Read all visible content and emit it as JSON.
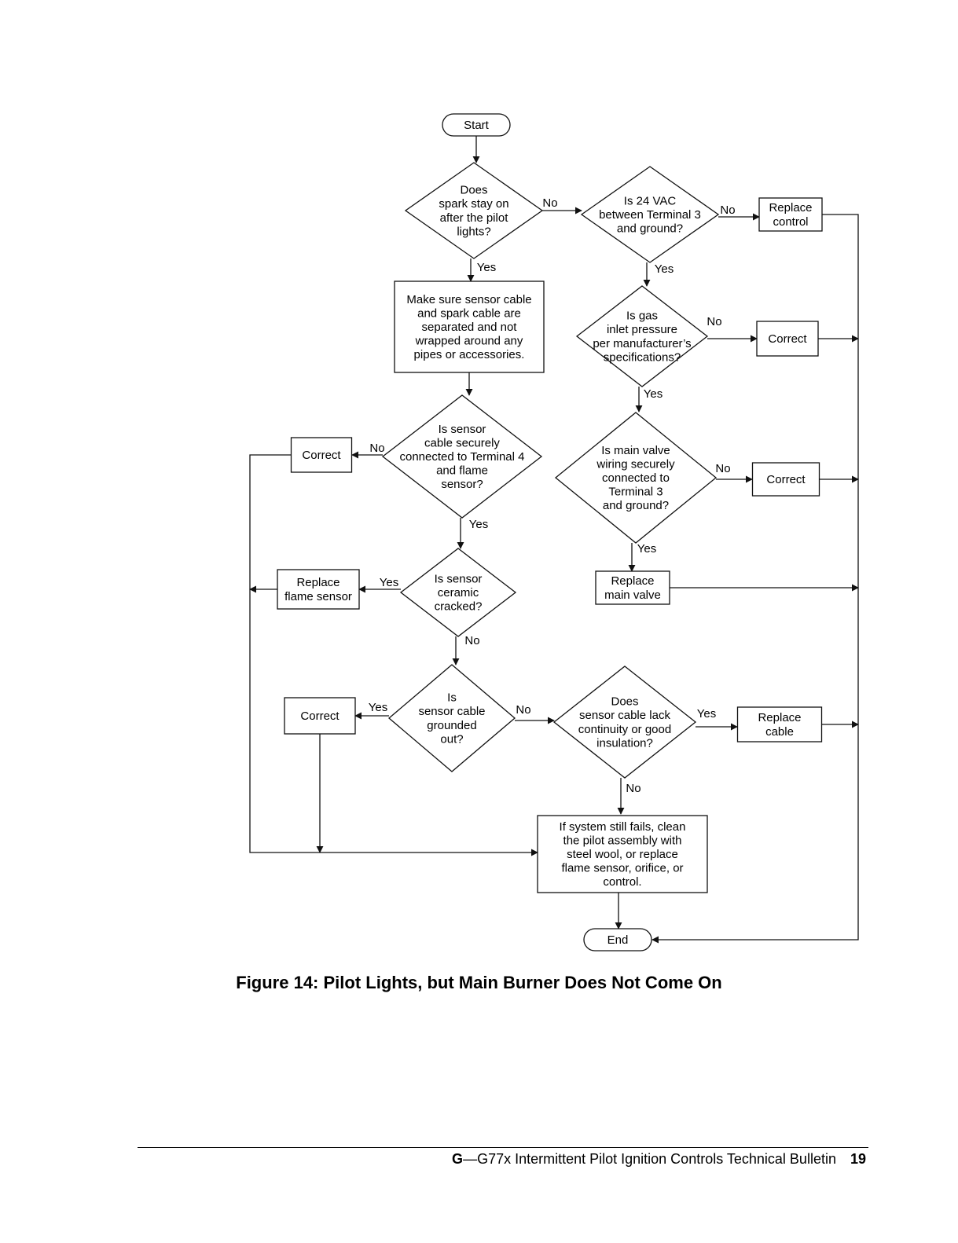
{
  "nodes": [
    {
      "id": "start",
      "shape": "terminal",
      "lines": [
        "Start"
      ]
    },
    {
      "id": "d1",
      "shape": "decision",
      "lines": [
        "Does",
        "spark stay on",
        "after the pilot",
        "lights?"
      ]
    },
    {
      "id": "d2",
      "shape": "decision",
      "lines": [
        "Is 24 VAC",
        "between Terminal 3",
        "and ground?"
      ]
    },
    {
      "id": "replace-control",
      "shape": "process",
      "lines": [
        "Replace",
        "control"
      ]
    },
    {
      "id": "make-sure",
      "shape": "process",
      "lines": [
        "Make sure sensor cable",
        "and spark cable are",
        "separated and not",
        "wrapped around any",
        "pipes or accessories."
      ]
    },
    {
      "id": "d3",
      "shape": "decision",
      "lines": [
        "Is gas",
        "inlet pressure",
        "per manufacturer’s",
        "specifications?"
      ]
    },
    {
      "id": "correct-gas",
      "shape": "process",
      "lines": [
        "Correct"
      ]
    },
    {
      "id": "d4",
      "shape": "decision",
      "lines": [
        "Is sensor",
        "cable securely",
        "connected to Terminal 4",
        "and flame",
        "sensor?"
      ]
    },
    {
      "id": "correct-cable",
      "shape": "process",
      "lines": [
        "Correct"
      ]
    },
    {
      "id": "d5",
      "shape": "decision",
      "lines": [
        "Is main valve",
        "wiring securely",
        "connected to",
        "Terminal 3",
        "and ground?"
      ]
    },
    {
      "id": "correct-valve",
      "shape": "process",
      "lines": [
        "Correct"
      ]
    },
    {
      "id": "d6",
      "shape": "decision",
      "lines": [
        "Is sensor",
        "ceramic",
        "cracked?"
      ]
    },
    {
      "id": "replace-flame-sensor",
      "shape": "process",
      "lines": [
        "Replace",
        "flame sensor"
      ]
    },
    {
      "id": "replace-main-valve",
      "shape": "process",
      "lines": [
        "Replace",
        "main valve"
      ]
    },
    {
      "id": "d7",
      "shape": "decision",
      "lines": [
        "Is",
        "sensor cable",
        "grounded",
        "out?"
      ]
    },
    {
      "id": "correct-ground",
      "shape": "process",
      "lines": [
        "Correct"
      ]
    },
    {
      "id": "d8",
      "shape": "decision",
      "lines": [
        "Does",
        "sensor cable lack",
        "continuity or good",
        "insulation?"
      ]
    },
    {
      "id": "replace-cable",
      "shape": "process",
      "lines": [
        "Replace",
        "cable"
      ]
    },
    {
      "id": "final",
      "shape": "process",
      "lines": [
        "If system still fails, clean",
        "the pilot assembly with",
        "steel wool, or replace",
        "flame sensor, orifice, or",
        "control."
      ]
    },
    {
      "id": "end",
      "shape": "terminal",
      "lines": [
        "End"
      ]
    }
  ],
  "edges": [
    {
      "from": "start",
      "to": "d1",
      "label": ""
    },
    {
      "from": "d1",
      "to": "d2",
      "label": "No"
    },
    {
      "from": "d1",
      "to": "make-sure",
      "label": "Yes"
    },
    {
      "from": "d2",
      "to": "replace-control",
      "label": "No"
    },
    {
      "from": "d2",
      "to": "d3",
      "label": "Yes"
    },
    {
      "from": "d3",
      "to": "correct-gas",
      "label": "No"
    },
    {
      "from": "d3",
      "to": "d5",
      "label": "Yes"
    },
    {
      "from": "make-sure",
      "to": "d4",
      "label": ""
    },
    {
      "from": "d4",
      "to": "correct-cable",
      "label": "No"
    },
    {
      "from": "d4",
      "to": "d6",
      "label": "Yes"
    },
    {
      "from": "d5",
      "to": "correct-valve",
      "label": "No"
    },
    {
      "from": "d5",
      "to": "replace-main-valve",
      "label": "Yes"
    },
    {
      "from": "d6",
      "to": "replace-flame-sensor",
      "label": "Yes"
    },
    {
      "from": "d6",
      "to": "d7",
      "label": "No"
    },
    {
      "from": "d7",
      "to": "correct-ground",
      "label": "Yes"
    },
    {
      "from": "d7",
      "to": "d8",
      "label": "No"
    },
    {
      "from": "d8",
      "to": "replace-cable",
      "label": "Yes"
    },
    {
      "from": "d8",
      "to": "final",
      "label": "No"
    },
    {
      "from": "correct-cable",
      "to": "final",
      "label": ""
    },
    {
      "from": "replace-flame-sensor",
      "to": "final",
      "label": ""
    },
    {
      "from": "correct-ground",
      "to": "final",
      "label": ""
    },
    {
      "from": "replace-control",
      "to": "end",
      "label": ""
    },
    {
      "from": "correct-gas",
      "to": "end",
      "label": ""
    },
    {
      "from": "correct-valve",
      "to": "end",
      "label": ""
    },
    {
      "from": "replace-main-valve",
      "to": "end",
      "label": ""
    },
    {
      "from": "replace-cable",
      "to": "end",
      "label": ""
    },
    {
      "from": "final",
      "to": "end",
      "label": ""
    }
  ],
  "caption": "Figure 14: Pilot Lights, but Main Burner Does Not Come On",
  "footer": {
    "brand": "G",
    "dash": "—",
    "title": "G77x Intermittent Pilot Ignition Controls Technical Bulletin",
    "page": "19"
  }
}
